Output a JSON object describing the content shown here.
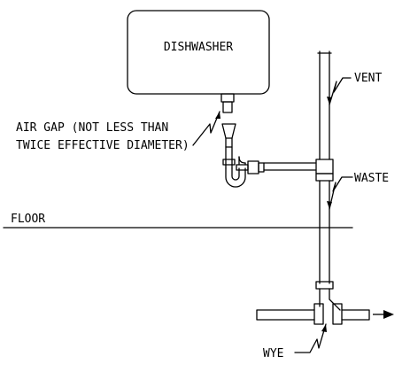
{
  "diagram": {
    "labels": {
      "dishwasher": "DISHWASHER",
      "air_gap_line1": "AIR GAP (NOT LESS THAN",
      "air_gap_line2": "TWICE EFFECTIVE DIAMETER)",
      "vent": "VENT",
      "waste": "WASTE",
      "floor": "FLOOR",
      "wye": "WYE"
    },
    "colors": {
      "line": "#000000",
      "background": "#ffffff"
    }
  }
}
